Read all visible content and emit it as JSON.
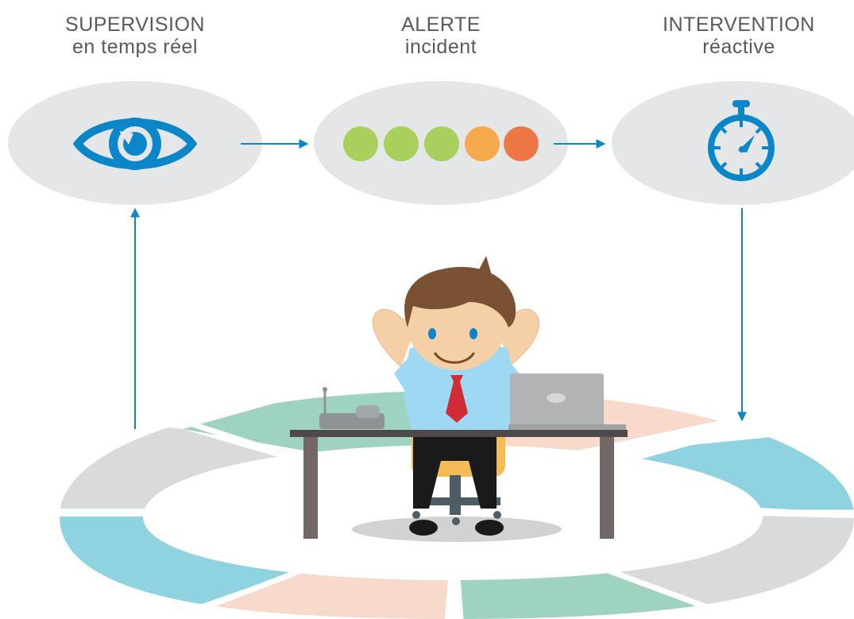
{
  "steps": [
    {
      "title": "SUPERVISION",
      "subtitle": "en temps réel",
      "icon": "eye-icon"
    },
    {
      "title": "ALERTE",
      "subtitle": "incident",
      "icon": "alert-dots-icon"
    },
    {
      "title": "INTERVENTION",
      "subtitle": "réactive",
      "icon": "stopwatch-icon"
    }
  ],
  "colors": {
    "accent": "#0a86c9",
    "bubble": "#e5e6e7",
    "dot_green": "#a9cf5c",
    "dot_orange": "#f6a94a",
    "dot_red": "#ee7845",
    "ring_green": "#9ed3bf",
    "ring_blue": "#8fd3e0",
    "ring_grey": "#d9dadb",
    "ring_peach": "#f7dacc"
  }
}
